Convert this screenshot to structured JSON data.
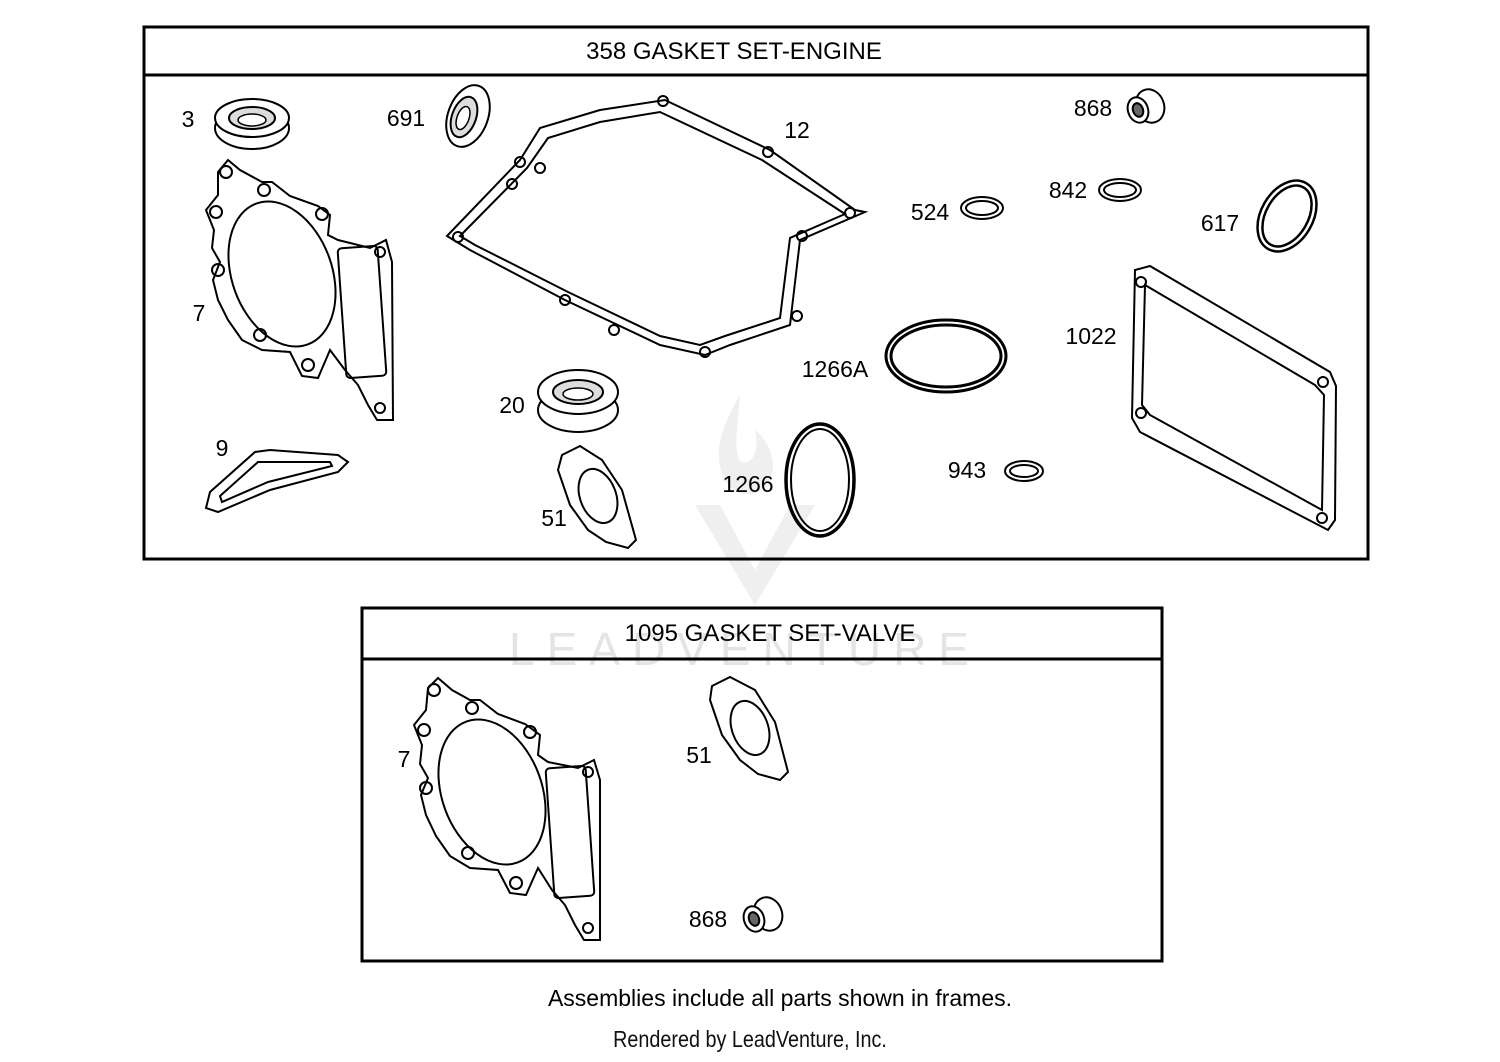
{
  "frames": [
    {
      "title": "358 GASKET SET-ENGINE",
      "labels": [
        "3",
        "691",
        "12",
        "868",
        "842",
        "524",
        "617",
        "7",
        "1022",
        "1266A",
        "20",
        "9",
        "943",
        "1266",
        "51"
      ]
    },
    {
      "title": "1095 GASKET SET-VALVE",
      "labels": [
        "7",
        "51",
        "868"
      ]
    }
  ],
  "watermark": "LEADVENTURE",
  "footer": {
    "note": "Assemblies include all parts shown in frames.",
    "rendered_by": "Rendered by LeadVenture, Inc."
  }
}
